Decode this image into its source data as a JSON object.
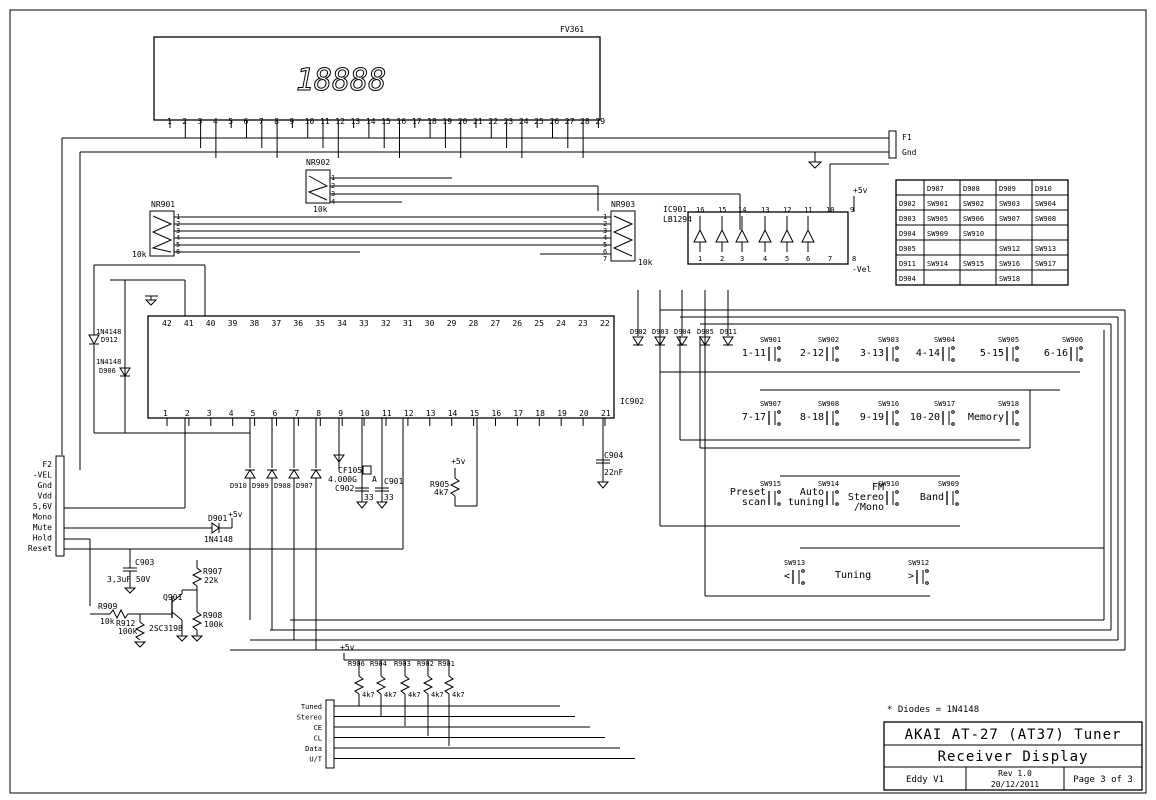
{
  "vfd": {
    "label": "FV361",
    "digits": "18888",
    "pins": [
      "1",
      "2",
      "3",
      "4",
      "5",
      "6",
      "7",
      "8",
      "9",
      "10",
      "11",
      "12",
      "13",
      "14",
      "15",
      "16",
      "17",
      "18",
      "19",
      "20",
      "21",
      "22",
      "23",
      "24",
      "25",
      "26",
      "27",
      "28",
      "29"
    ]
  },
  "connector_f1": {
    "labels": [
      "F1",
      "Gnd"
    ]
  },
  "ic901": {
    "ref": "IC901",
    "part": "LB1294",
    "top_pins": [
      "16",
      "15",
      "14",
      "13",
      "12",
      "11",
      "10",
      "9"
    ],
    "bottom_pins": [
      "1",
      "2",
      "3",
      "4",
      "5",
      "6",
      "7",
      "8"
    ],
    "supply": "+5v",
    "neg": "-Vel"
  },
  "resistor_networks": [
    {
      "ref": "NR901",
      "value": "10k",
      "pins": [
        "1",
        "2",
        "3",
        "4",
        "5",
        "6"
      ]
    },
    {
      "ref": "NR902",
      "value": "10k",
      "pins": [
        "1",
        "2",
        "3",
        "4"
      ]
    },
    {
      "ref": "NR903",
      "value": "10k",
      "pins": [
        "1",
        "2",
        "3",
        "4",
        "5",
        "6",
        "7"
      ]
    }
  ],
  "ic902": {
    "ref": "IC902",
    "top_pins": [
      "42",
      "41",
      "40",
      "39",
      "38",
      "37",
      "36",
      "35",
      "34",
      "33",
      "32",
      "31",
      "30",
      "29",
      "28",
      "27",
      "26",
      "25",
      "24",
      "23",
      "22"
    ],
    "bottom_pins": [
      "1",
      "2",
      "3",
      "4",
      "5",
      "6",
      "7",
      "8",
      "9",
      "10",
      "11",
      "12",
      "13",
      "14",
      "15",
      "16",
      "17",
      "18",
      "19",
      "20",
      "21"
    ]
  },
  "matrix_table": {
    "header": [
      "",
      "D907",
      "D908",
      "D909",
      "D910"
    ],
    "rows": [
      [
        "D902",
        "SW901",
        "SW902",
        "SW903",
        "SW904"
      ],
      [
        "D903",
        "SW905",
        "SW906",
        "SW907",
        "SW908"
      ],
      [
        "D904",
        "SW909",
        "SW910",
        "",
        ""
      ],
      [
        "D905",
        "",
        "",
        "SW912",
        "SW913"
      ],
      [
        "D911",
        "SW914",
        "SW915",
        "SW916",
        "SW917"
      ],
      [
        "D904",
        "",
        "",
        "SW918",
        ""
      ]
    ]
  },
  "switches": [
    {
      "ref": "SW901",
      "label": "1-11"
    },
    {
      "ref": "SW902",
      "label": "2-12"
    },
    {
      "ref": "SW903",
      "label": "3-13"
    },
    {
      "ref": "SW904",
      "label": "4-14"
    },
    {
      "ref": "SW905",
      "label": "5-15"
    },
    {
      "ref": "SW906",
      "label": "6-16"
    },
    {
      "ref": "SW907",
      "label": "7-17"
    },
    {
      "ref": "SW908",
      "label": "8-18"
    },
    {
      "ref": "SW916",
      "label": "9-19"
    },
    {
      "ref": "SW917",
      "label": "10-20"
    },
    {
      "ref": "SW918",
      "label": "Memory"
    },
    {
      "ref": "SW915",
      "label": "Preset scan"
    },
    {
      "ref": "SW914",
      "label": "Auto tuning"
    },
    {
      "ref": "SW910",
      "label": "FM Stereo /Mono"
    },
    {
      "ref": "SW909",
      "label": "Band"
    },
    {
      "ref": "SW913",
      "label": "<"
    },
    {
      "ref": "SW912",
      "label": ">"
    }
  ],
  "tuning_label": "Tuning",
  "diodes_row": [
    "D902",
    "D903",
    "D904",
    "D905",
    "D911"
  ],
  "diodes_bottom": [
    "D910",
    "D909",
    "D908",
    "D907"
  ],
  "d912": [
    "1N4148",
    "D912"
  ],
  "d906": [
    "1N4148",
    "D906"
  ],
  "d901": [
    "D901",
    "1N4148"
  ],
  "crystal": {
    "ref": "CF105",
    "value": "4.000G",
    "suffix": "A"
  },
  "caps": {
    "c902": [
      "C902",
      "33"
    ],
    "c901": [
      "C901",
      "33"
    ],
    "c904": [
      "C904",
      "22nF"
    ],
    "c903": [
      "C903",
      "3,3uF 50V"
    ]
  },
  "resistors": {
    "r905": [
      "R905",
      "4k7"
    ],
    "r907": [
      "R907",
      "22k"
    ],
    "r908": [
      "R908",
      "100k"
    ],
    "r909": [
      "R909",
      "10k"
    ],
    "r912": [
      "R912",
      "100k"
    ]
  },
  "transistor": {
    "ref": "Q901",
    "part": "2SC3198"
  },
  "pullups": {
    "supply": "+5v",
    "refs": [
      "R906",
      "R904",
      "R903",
      "R902",
      "R901"
    ],
    "values": [
      "4k7",
      "4k7",
      "4k7",
      "4k7",
      "4k7"
    ]
  },
  "left_connector": [
    "F2",
    "-VEL",
    "Gnd",
    "Vdd",
    "5,6V",
    "Mono",
    "Mute",
    "Hold",
    "Reset"
  ],
  "bottom_connector": [
    "Tuned",
    "Stereo",
    "CE",
    "CL",
    "Data",
    "U/T"
  ],
  "plus5": "+5v",
  "note": "* Diodes = 1N4148",
  "title_block": {
    "title": "AKAI AT-27 (AT37) Tuner",
    "subtitle": "Receiver Display",
    "author": "Eddy V1",
    "rev": "Rev 1.0",
    "date": "20/12/2011",
    "page": "Page 3 of 3"
  }
}
